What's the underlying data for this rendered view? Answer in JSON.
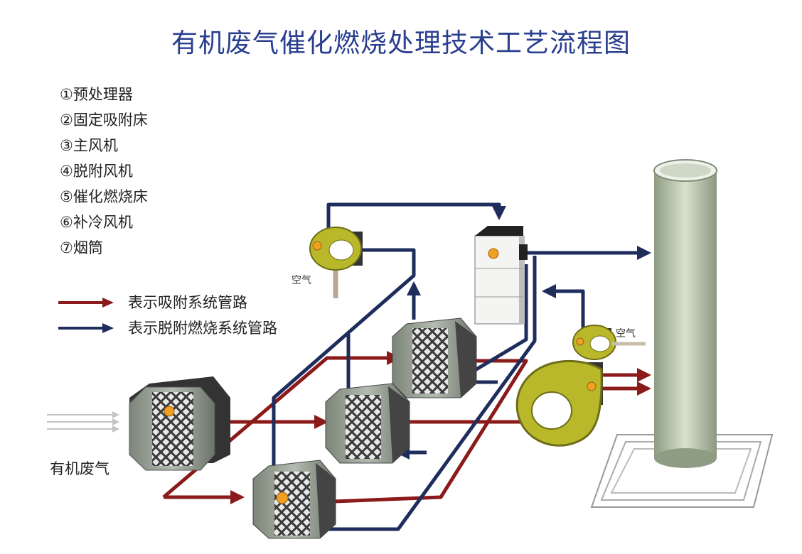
{
  "title": "有机废气催化燃烧处理技术工艺流程图",
  "legend": {
    "items": [
      "①预处理器",
      "②固定吸附床",
      "③主风机",
      "④脱附风机",
      "⑤催化燃烧床",
      "⑥补冷风机",
      "⑦烟筒"
    ],
    "pipes": [
      {
        "label": "表示吸附系统管路",
        "color": "#8b1a1a"
      },
      {
        "label": "表示脱附燃烧系统管路",
        "color": "#1e2d5c"
      }
    ]
  },
  "labels": {
    "inlet": "有机废气",
    "air_1": "空气",
    "air_2": "空气"
  },
  "colors": {
    "title": "#2a3f8f",
    "adsorption_pipe": "#8b1a1a",
    "desorption_pipe": "#1e2d5c",
    "fan": "#b8b82a",
    "stack": "#c7d3bd",
    "bed_body": "#9aa39a"
  },
  "icons": [
    "arrow-icon",
    "fan-icon",
    "adsorption-bed-icon",
    "chimney-icon",
    "catalytic-bed-icon"
  ]
}
